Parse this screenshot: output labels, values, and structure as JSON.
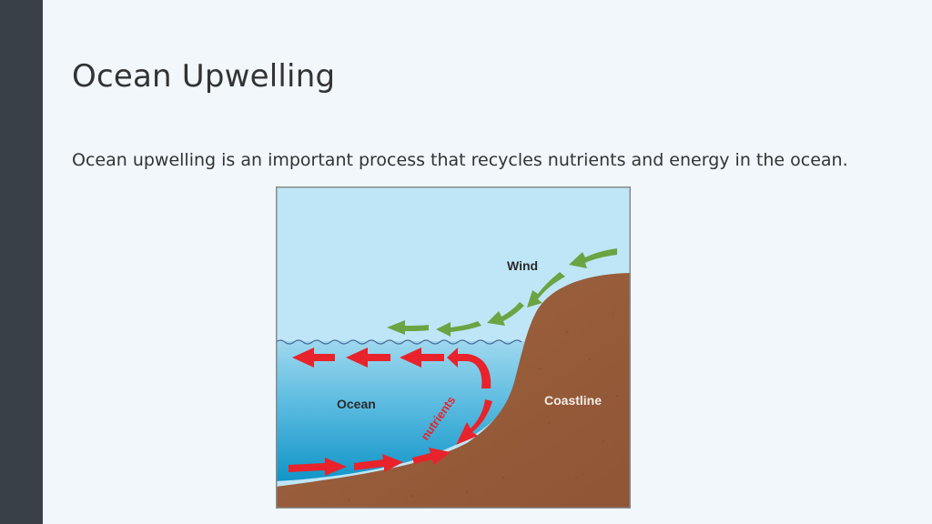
{
  "slide": {
    "title": "Ocean Upwelling",
    "body": "Ocean upwelling is an important process that recycles nutrients and energy in the ocean."
  },
  "diagram": {
    "labels": {
      "wind": "Wind",
      "ocean": "Ocean",
      "coastline": "Coastline",
      "nutrients": "nutrients"
    },
    "colors": {
      "sky": "#bfe6f7",
      "water_top": "#8fd0ea",
      "water_bottom": "#1497c9",
      "land": "#9a5f3e",
      "wind_arrows": "#6aa443",
      "current_arrows": "#e8232b",
      "frame": "#8a8a8a"
    }
  }
}
